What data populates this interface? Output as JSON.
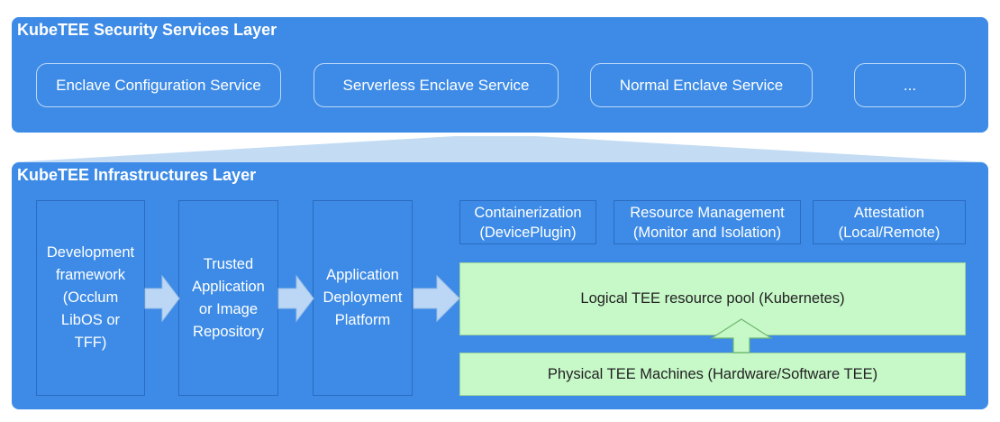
{
  "security_layer": {
    "title": "KubeTEE Security Services Layer",
    "services": [
      "Enclave Configuration Service",
      "Serverless Enclave Service",
      "Normal Enclave Service",
      "..."
    ]
  },
  "infrastructure_layer": {
    "title": "KubeTEE Infrastructures Layer",
    "columns": [
      {
        "lines": [
          "Development",
          "framework",
          "(Occlum",
          "LibOS or",
          "TFF)"
        ]
      },
      {
        "lines": [
          "Trusted",
          "Application",
          "or Image",
          "Repository"
        ]
      },
      {
        "lines": [
          "Application",
          "Deployment",
          "Platform"
        ]
      }
    ],
    "features": [
      {
        "line1": "Containerization",
        "line2": "(DevicePlugin)"
      },
      {
        "line1": "Resource Management",
        "line2": "(Monitor and Isolation)"
      },
      {
        "line1": "Attestation",
        "line2": "(Local/Remote)"
      }
    ],
    "resource_pool": "Logical TEE resource pool (Kubernetes)",
    "machines": "Physical TEE Machines (Hardware/Software TEE)"
  },
  "colors": {
    "layer_blue": "#3d8be6",
    "arrow_fill": "#bcd7f5",
    "green_box": "#c7f8c8",
    "connector": "#c3dcf4"
  }
}
